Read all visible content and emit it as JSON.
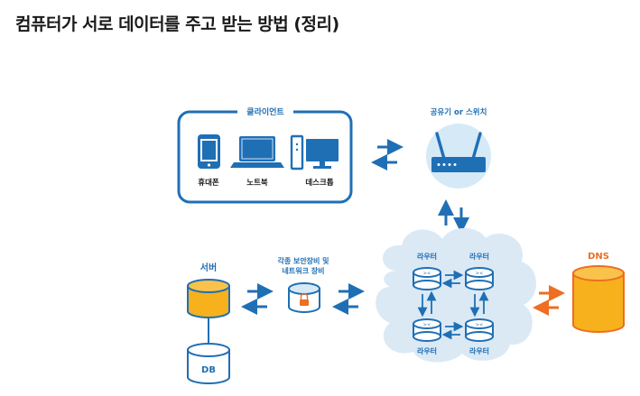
{
  "title": "컴퓨터가 서로 데이터를 주고 받는 방법 (정리)",
  "client_group": {
    "label": "클라이언트",
    "devices": [
      {
        "label": "휴대폰",
        "icon": "smartphone-icon"
      },
      {
        "label": "노트북",
        "icon": "laptop-icon"
      },
      {
        "label": "데스크톱",
        "icon": "desktop-icon"
      }
    ]
  },
  "router_switch": {
    "label": "공유기 or 스위치",
    "icon": "wifi-router-icon"
  },
  "server": {
    "label": "서버",
    "icon": "server-cylinder-icon"
  },
  "database": {
    "label": "DB",
    "icon": "database-cylinder-icon"
  },
  "security": {
    "label_line1": "각종 보안장비 및",
    "label_line2": "네트워크 장비",
    "icon": "lock-icon"
  },
  "internet_cloud": {
    "routers": [
      {
        "label": "라우터"
      },
      {
        "label": "라우터"
      },
      {
        "label": "라우터"
      },
      {
        "label": "라우터"
      }
    ]
  },
  "dns": {
    "label": "DNS",
    "icon": "dns-cylinder-icon"
  },
  "colors": {
    "primary_blue": "#1f6fb5",
    "light_blue": "#d6e9f7",
    "server_yellow": "#f6b11c",
    "dns_orange": "#ee6e22",
    "cloud": "#dbe9f5"
  }
}
